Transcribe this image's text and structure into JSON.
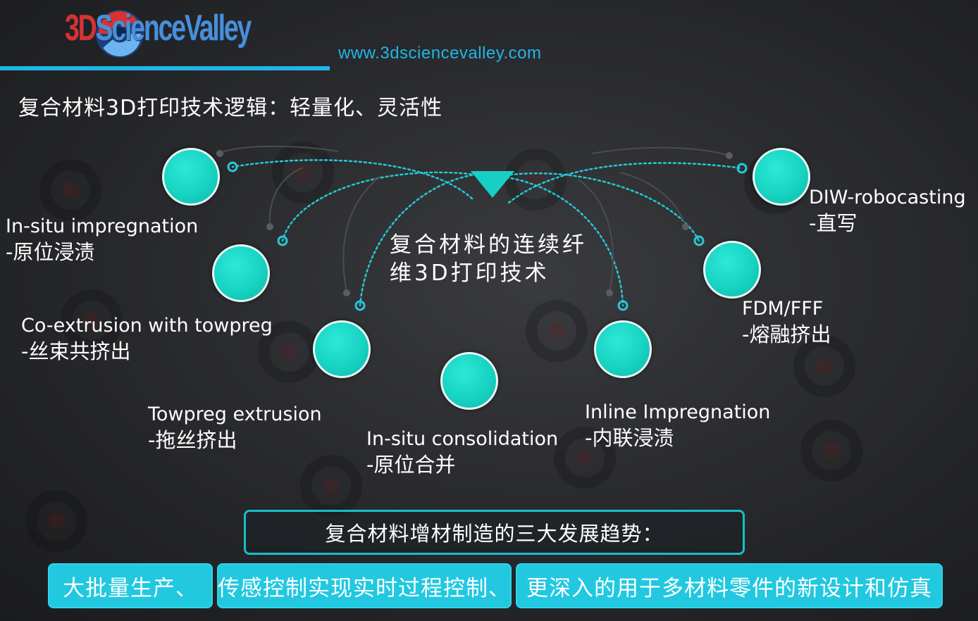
{
  "header": {
    "logo_text_red": "3D",
    "logo_text_blue": "ScienceValley",
    "url": "www.3dsciencevalley.com"
  },
  "title": "复合材料3D打印技术逻辑：轻量化、灵活性",
  "center": {
    "line1": "复合材料的连续纤",
    "line2": "维3D打印技术"
  },
  "methods": [
    {
      "en": "In-situ impregnation",
      "zh": "-原位浸渍"
    },
    {
      "en": "Co-extrusion with towpreg",
      "zh": "-丝束共挤出"
    },
    {
      "en": "Towpreg extrusion",
      "zh": "-拖丝挤出"
    },
    {
      "en": "In-situ consolidation",
      "zh": "-原位合并"
    },
    {
      "en": "Inline Impregnation",
      "zh": "-内联浸渍"
    },
    {
      "en": "FDM/FFF",
      "zh": "-熔融挤出"
    },
    {
      "en": "DIW-robocasting",
      "zh": "-直写"
    }
  ],
  "trends": {
    "heading": "复合材料增材制造的三大发展趋势：",
    "items": [
      "大批量生产、",
      "传感控制实现实时过程控制、",
      "更深入的用于多材料零件的新设计和仿真"
    ]
  },
  "colors": {
    "accent": "#1fb6e6",
    "node": "#17d3c2",
    "pill": "#21c8e0",
    "logo_red": "#d9322f",
    "logo_blue": "#4a8fd6"
  }
}
